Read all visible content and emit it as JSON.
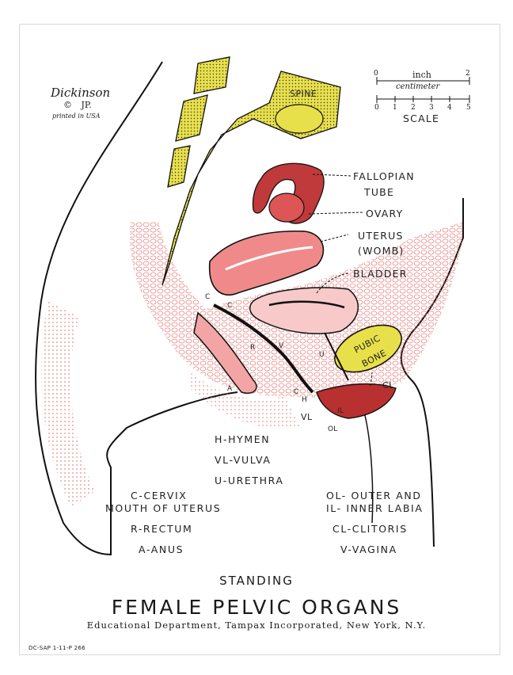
{
  "signature": {
    "name": "Dickinson",
    "copyright": "©",
    "initials": "JP.",
    "printed": "printed in USA"
  },
  "scale": {
    "title": "SCALE",
    "inch_label": "inch",
    "inch_start": "0",
    "inch_end": "2",
    "centimeter_label": "centimeter",
    "cm_ticks": [
      "0",
      "1",
      "2",
      "3",
      "4",
      "5"
    ]
  },
  "diagram_labels": {
    "spine": "SPINE",
    "fallopian_tube_1": "FALLOPIAN",
    "fallopian_tube_2": "TUBE",
    "ovary": "OVARY",
    "uterus_1": "UTERUS",
    "uterus_2": "(WOMB)",
    "bladder": "BLADDER",
    "pubic_1": "PUBIC",
    "pubic_2": "BONE",
    "c1": "C",
    "c2": "C",
    "r": "R",
    "v": "V",
    "u": "U",
    "a": "A",
    "ch_c": "C",
    "ch_h": "H",
    "cl": "CL",
    "il": "IL",
    "vl": "VL",
    "ol": "OL"
  },
  "legend": {
    "hymen": "H-HYMEN",
    "vulva": "VL-VULVA",
    "urethra": "U-URETHRA",
    "cervix_1": "C-CERVIX",
    "cervix_2": "MOUTH OF UTERUS",
    "rectum": "R-RECTUM",
    "anus": "A-ANUS",
    "outer_labia": "OL- OUTER AND",
    "inner_labia": "IL- INNER LABIA",
    "clitoris": "CL-CLITORIS",
    "vagina": "V-VAGINA"
  },
  "title": {
    "subtitle": "STANDING",
    "main": "FEMALE PELVIC ORGANS",
    "publisher": "Educational Department, Tampax Incorporated, New York, N.Y."
  },
  "code": "DC-SAP 1-11-P 266",
  "colors": {
    "bone": "#e8e04a",
    "tissue": "#e36b6b",
    "pink": "#f3b8b8",
    "outline": "#111111"
  }
}
